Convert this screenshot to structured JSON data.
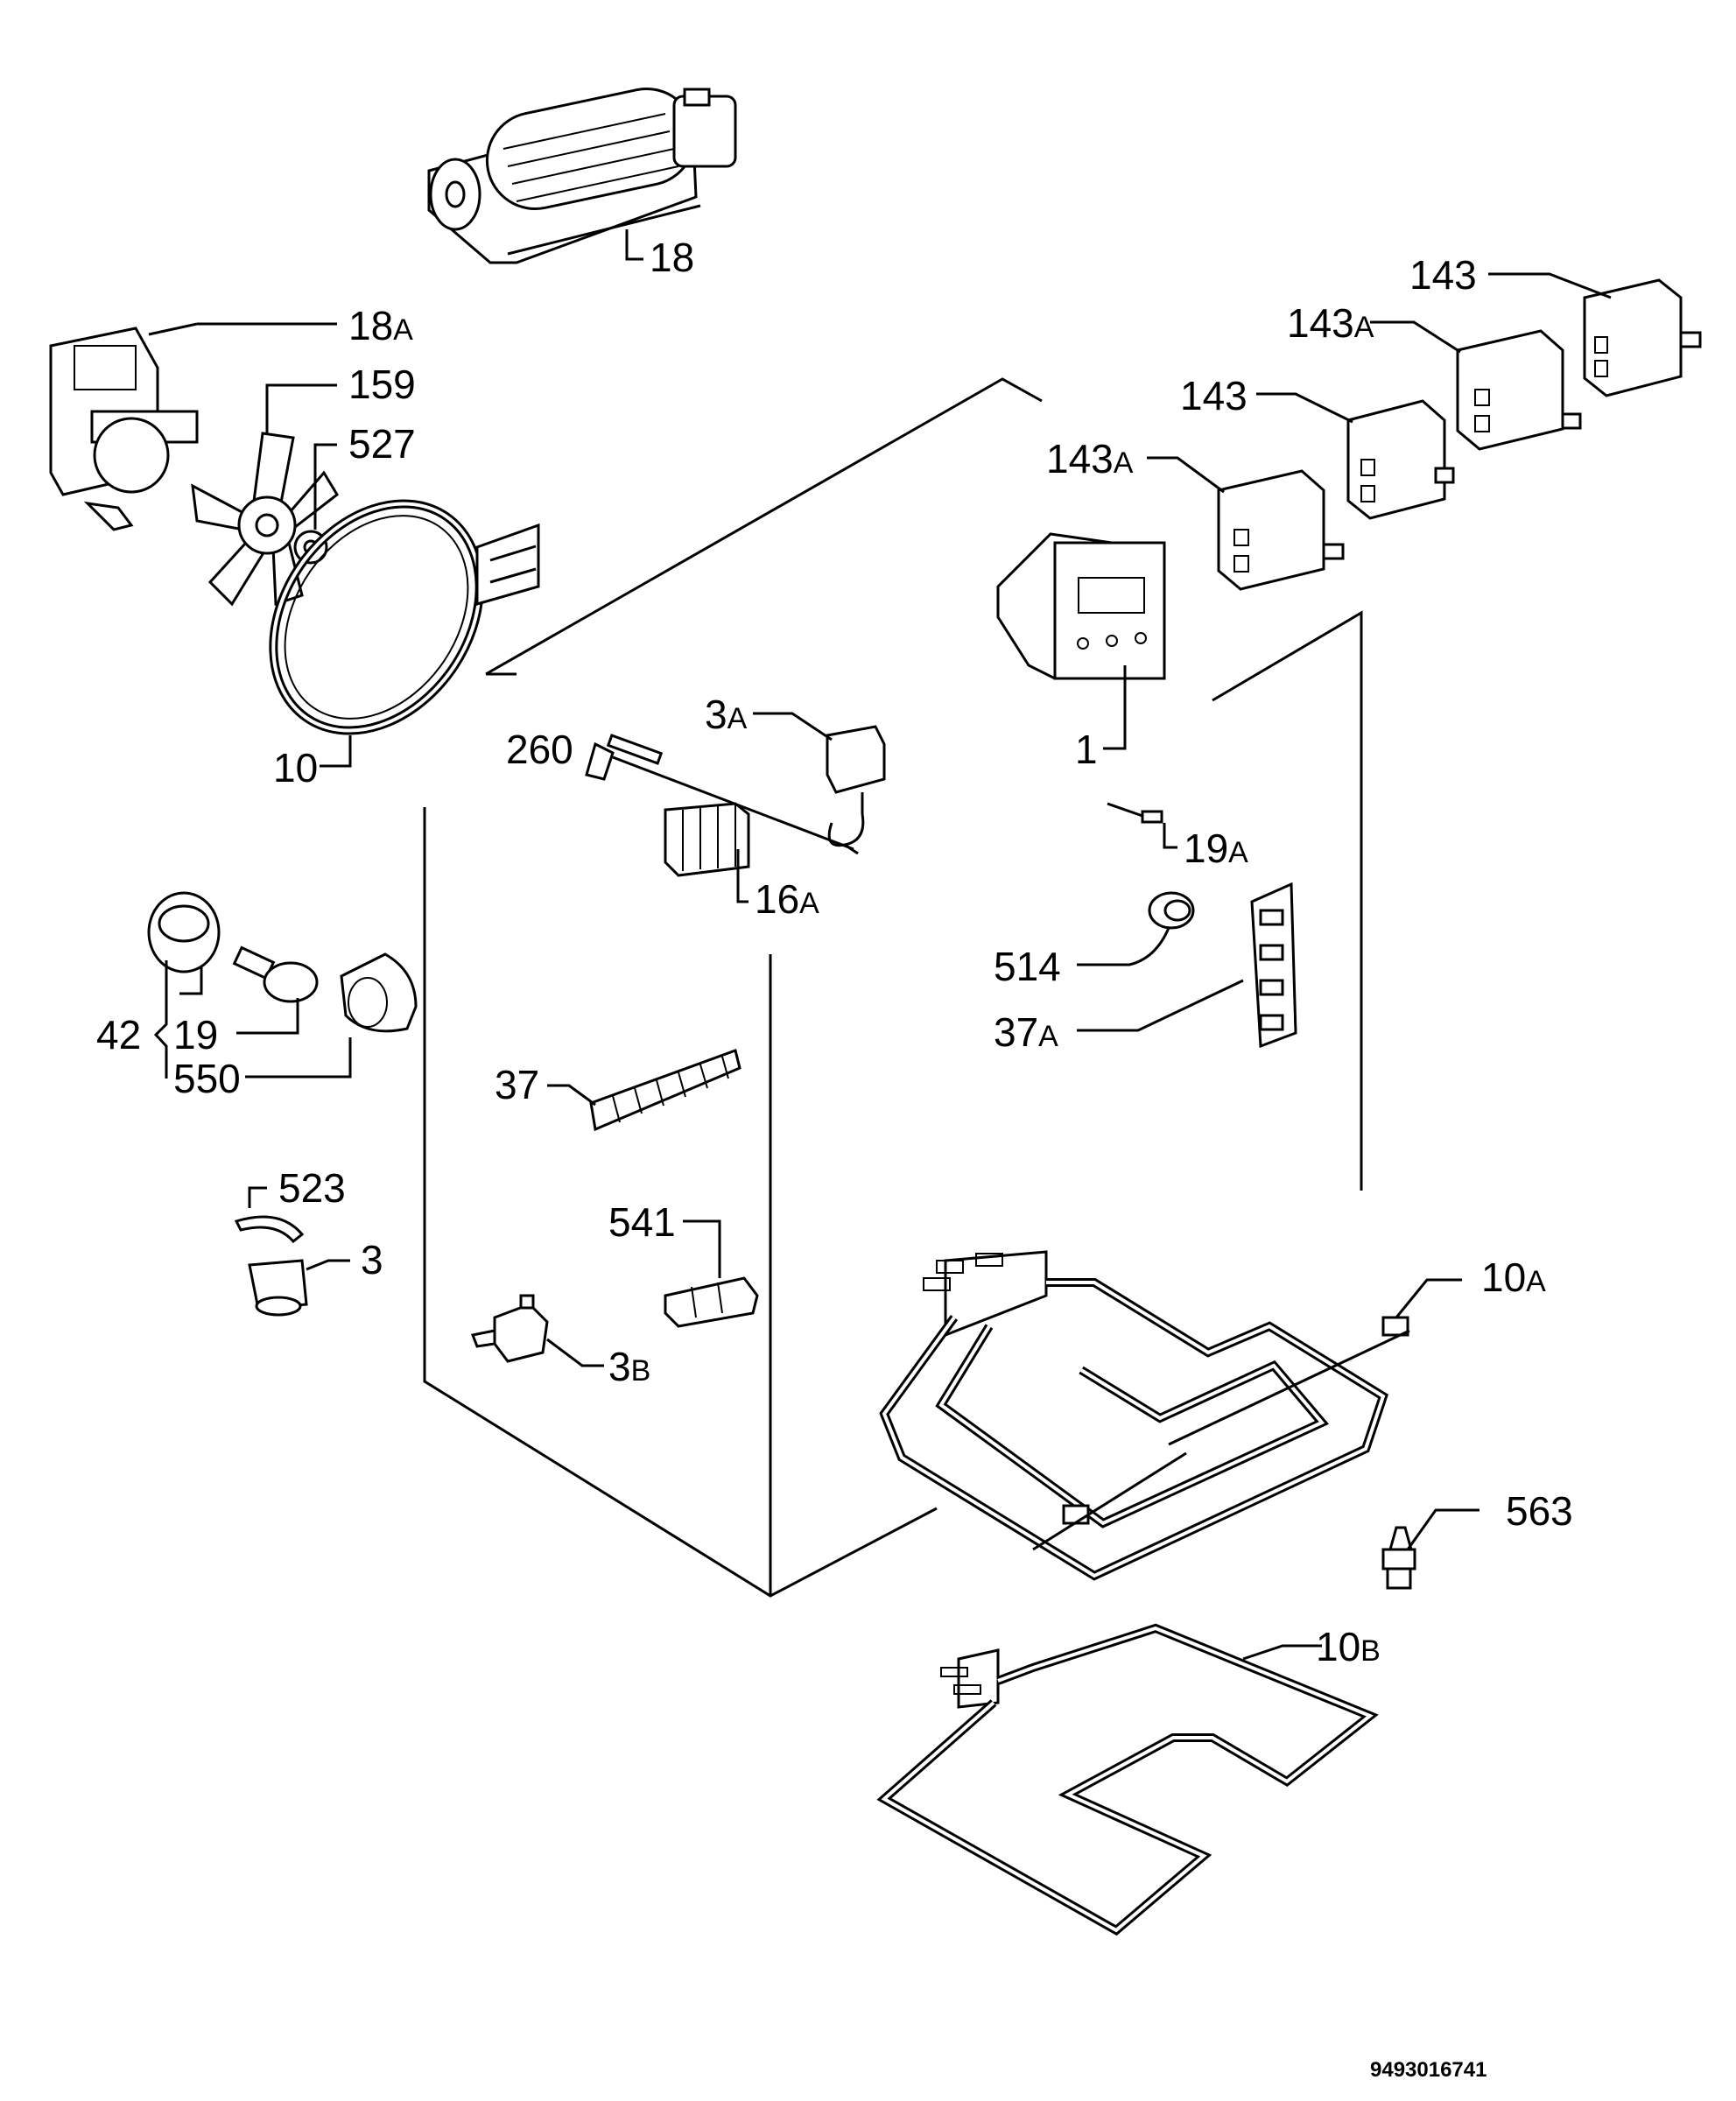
{
  "parts": [
    {
      "id": "18",
      "num": "18",
      "suffix": ""
    },
    {
      "id": "18a",
      "num": "18",
      "suffix": "A"
    },
    {
      "id": "159",
      "num": "159",
      "suffix": ""
    },
    {
      "id": "527",
      "num": "527",
      "suffix": ""
    },
    {
      "id": "10",
      "num": "10",
      "suffix": ""
    },
    {
      "id": "143-top",
      "num": "143",
      "suffix": ""
    },
    {
      "id": "143a-upper",
      "num": "143",
      "suffix": "A"
    },
    {
      "id": "143-mid",
      "num": "143",
      "suffix": ""
    },
    {
      "id": "143a-lower",
      "num": "143",
      "suffix": "A"
    },
    {
      "id": "3a",
      "num": "3",
      "suffix": "A"
    },
    {
      "id": "260",
      "num": "260",
      "suffix": ""
    },
    {
      "id": "16a",
      "num": "16",
      "suffix": "A"
    },
    {
      "id": "1",
      "num": "1",
      "suffix": ""
    },
    {
      "id": "19a",
      "num": "19",
      "suffix": "A"
    },
    {
      "id": "514",
      "num": "514",
      "suffix": ""
    },
    {
      "id": "37a",
      "num": "37",
      "suffix": "A"
    },
    {
      "id": "42",
      "num": "42",
      "suffix": ""
    },
    {
      "id": "19",
      "num": "19",
      "suffix": ""
    },
    {
      "id": "550",
      "num": "550",
      "suffix": ""
    },
    {
      "id": "37",
      "num": "37",
      "suffix": ""
    },
    {
      "id": "523",
      "num": "523",
      "suffix": ""
    },
    {
      "id": "3",
      "num": "3",
      "suffix": ""
    },
    {
      "id": "541",
      "num": "541",
      "suffix": ""
    },
    {
      "id": "3b",
      "num": "3",
      "suffix": "B"
    },
    {
      "id": "10a",
      "num": "10",
      "suffix": "A"
    },
    {
      "id": "563",
      "num": "563",
      "suffix": ""
    },
    {
      "id": "10b",
      "num": "10",
      "suffix": "B"
    }
  ],
  "document_number": "9493016741"
}
